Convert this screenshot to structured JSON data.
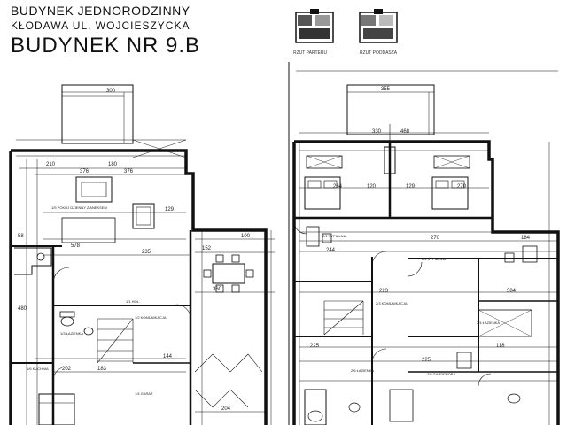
{
  "header": {
    "line1": "BUDYNEK JEDNORODZINNY",
    "line2": "KŁODAWA  UL. WOJCIESZYCKA",
    "line3": "BUDYNEK  NR  9.B"
  },
  "thumbnails": [
    {
      "label": "RZUT PARTERU"
    },
    {
      "label": "RZUT PODDASZA"
    }
  ],
  "ground_plan": {
    "dims": [
      "300",
      "210",
      "180",
      "376",
      "578",
      "376",
      "100",
      "144",
      "152",
      "202",
      "183",
      "204",
      "360",
      "129",
      "235",
      "480",
      "58"
    ],
    "rooms": [
      {
        "label": "1/5 POKÓJ DZIENNY Z ANEKSEM"
      },
      {
        "label": "1/1 HOL"
      },
      {
        "label": "1/2 KOMUNIKACJA"
      },
      {
        "label": "1/3 ŁAZIENKA"
      },
      {
        "label": "1/4 GARAŻ"
      },
      {
        "label": "1/6 KUCHNIA"
      }
    ]
  },
  "attic_plan": {
    "dims": [
      "330",
      "468",
      "355",
      "270",
      "264",
      "120",
      "129",
      "184",
      "223",
      "225",
      "270",
      "384",
      "225",
      "244",
      "118"
    ],
    "rooms": [
      {
        "label": "2/1 SYPIALNIA"
      },
      {
        "label": "2/2 SYPIALNIA"
      },
      {
        "label": "2/3 KOMUNIKACJA"
      },
      {
        "label": "2/4 ŁAZIENKA"
      },
      {
        "label": "2/5 GARDEROBA"
      },
      {
        "label": "2/6 ŁAZIENKA"
      }
    ]
  }
}
